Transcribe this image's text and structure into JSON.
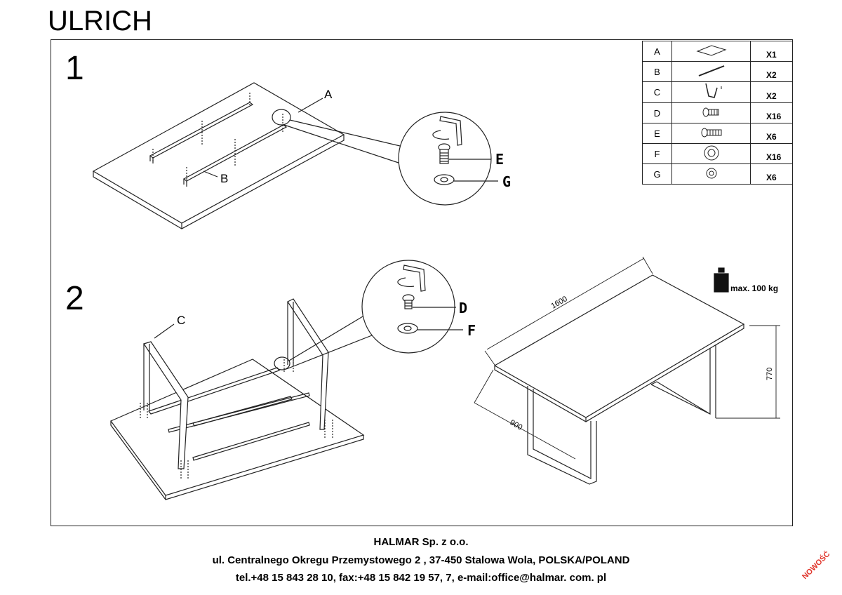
{
  "title": "ULRICH",
  "steps": {
    "step1": "1",
    "step2": "2"
  },
  "labels": {
    "a": "A",
    "b": "B",
    "c": "C",
    "d": "D",
    "e": "E",
    "f": "F",
    "g": "G"
  },
  "parts": [
    {
      "key": "A",
      "icon": "tabletop-icon",
      "qty": "X1"
    },
    {
      "key": "B",
      "icon": "rail-icon",
      "qty": "X2"
    },
    {
      "key": "C",
      "icon": "leg-frame-icon",
      "qty": "X2"
    },
    {
      "key": "D",
      "icon": "short-bolt-icon",
      "qty": "X16"
    },
    {
      "key": "E",
      "icon": "long-bolt-icon",
      "qty": "X6"
    },
    {
      "key": "F",
      "icon": "large-washer-icon",
      "qty": "X16"
    },
    {
      "key": "G",
      "icon": "small-washer-icon",
      "qty": "X6"
    }
  ],
  "dimensions": {
    "length": "1600",
    "width": "900",
    "height": "770"
  },
  "max_load": "max.  100 kg",
  "footer": {
    "company": "HALMAR Sp. z o.o.",
    "address": "ul. Centralnego Okregu Przemystowego 2 , 37-450 Stalowa Wola, POLSKA/POLAND",
    "contact": "tel.+48 15 843 28 10, fax:+48 15 842 19 57, 7, e-mail:office@halmar. com. pl"
  },
  "badge": "NOWOŚĆ"
}
